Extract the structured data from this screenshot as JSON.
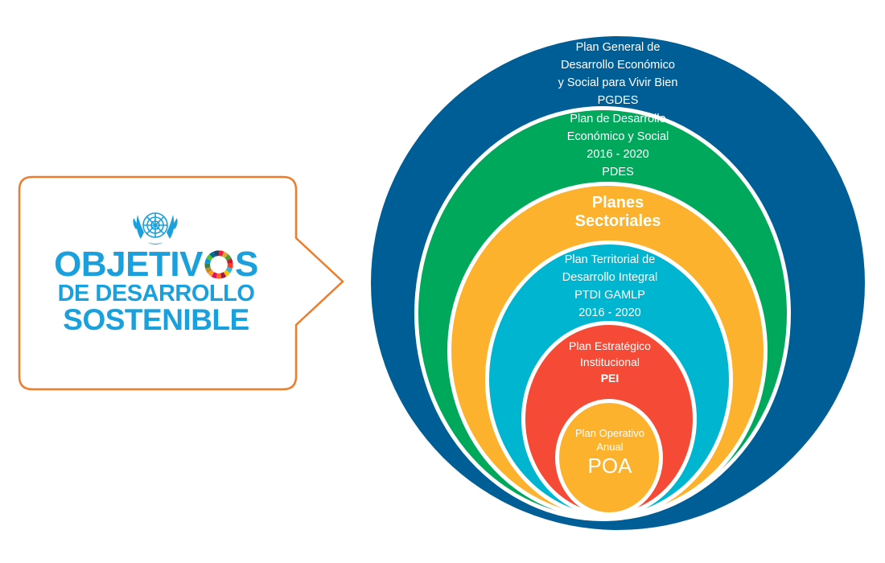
{
  "logo": {
    "line1_before": "OBJETIV",
    "line1_after": "S",
    "line2": "DE DESARROLLO",
    "line3": "SOSTENIBLE",
    "color": "#1aa0dc",
    "emblem_icon": "un-emblem-icon",
    "ring_icon": "sdg-color-wheel-icon"
  },
  "callout": {
    "border_color": "#f07c2a"
  },
  "rings": [
    {
      "color": "#005e97",
      "lines": [
        "Plan General de",
        "Desarrollo Económico",
        "y Social para Vivir Bien",
        "PGDES"
      ]
    },
    {
      "color": "#00a85b",
      "lines": [
        "Plan de Desarrollo",
        "Económico y Social",
        "2016 - 2020",
        "PDES"
      ]
    },
    {
      "color": "#fdb22d",
      "lines": [
        "Planes",
        "Sectoriales"
      ]
    },
    {
      "color": "#00b5cf",
      "lines": [
        "Plan Territorial de",
        "Desarrollo Integral",
        "PTDI GAMLP",
        "2016 - 2020"
      ]
    },
    {
      "color": "#f44a36",
      "lines": [
        "Plan Estratégico",
        "Institucional",
        "PEI"
      ]
    },
    {
      "color": "#fdb22d",
      "lines": [
        "Plan Operativo",
        "Anual",
        "POA"
      ]
    }
  ]
}
